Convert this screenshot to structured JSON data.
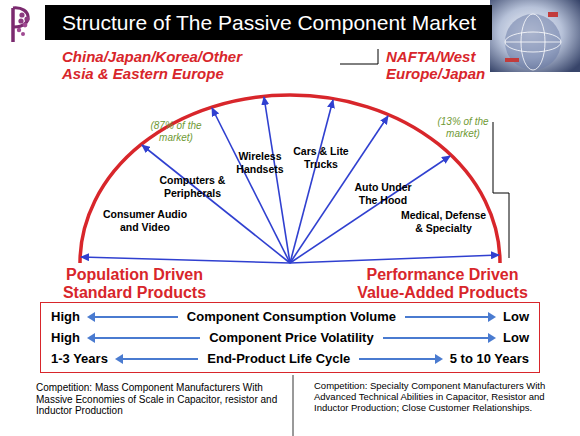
{
  "diagram": {
    "title": "Structure of The Passive Component Market",
    "nodes": [
      {
        "text": [
          "High",
          "Component Consumption Volume",
          "Low",
          "High",
          "Component Price Volatility",
          "Low",
          "1-3 Years",
          "End-Product Life Cycle",
          "5 to 10 Years"
        ]
      }
    ],
    "labels": [
      "China/Japan/Korea/Other Asia & Eastern Europe",
      "(87% of the market)",
      "NAFTA/West Europe/Japan",
      "(13% of the market)",
      "Consumer Audio and Video",
      "Computers & Peripherals",
      "Wireless Handsets",
      "Cars & Lite Trucks",
      "Auto Under The Hood",
      "Medical, Defense & Specialty",
      "Population Driven Standard Products",
      "Performance Driven Value-Added Products",
      "Competition: Mass Component Manufacturers With Massive Economies of Scale in Capacitor, resistor and Inductor Production",
      "Competition: Specialty Component Manufacturers With Advanced Technical Abilities in Capacitor, Resistor and Inductor Production; Close Customer Relationships."
    ]
  }
}
